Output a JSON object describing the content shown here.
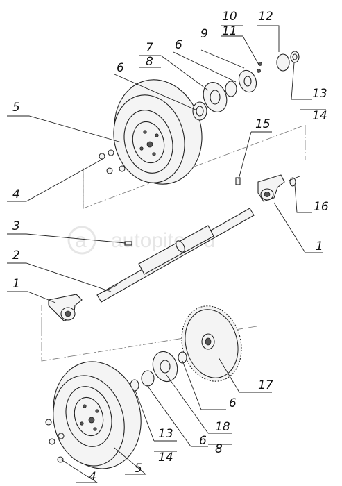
{
  "watermark": "autopiter.ru",
  "callouts": {
    "c10": "10",
    "c11": "11",
    "c12": "12",
    "c7": "7",
    "c8top": "8",
    "c6a": "6",
    "c9": "9",
    "c6b": "6",
    "c13top": "13",
    "c14top": "14",
    "c5top": "5",
    "c15": "15",
    "c4top": "4",
    "c16": "16",
    "c3": "3",
    "c1right": "1",
    "c2": "2",
    "c1left": "1",
    "c17": "17",
    "c6c": "6",
    "c18": "18",
    "c8bot": "8",
    "c13bot": "13",
    "c14bot": "14",
    "c6d": "6",
    "c4bot": "4",
    "c5bot": "5"
  }
}
